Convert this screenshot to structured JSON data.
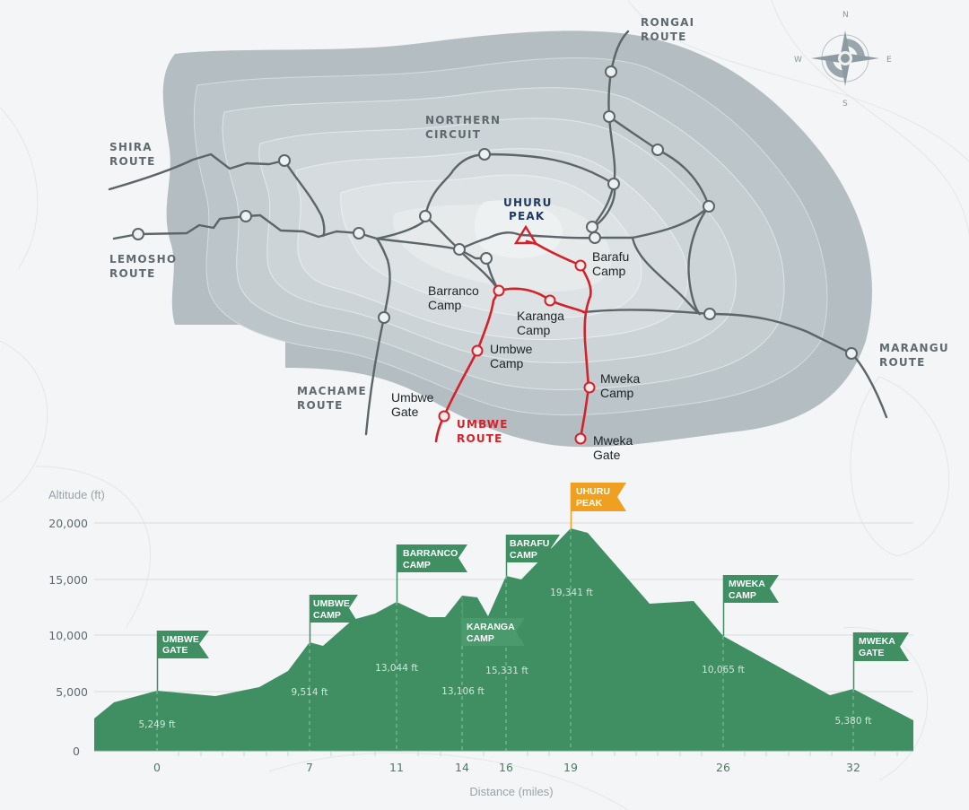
{
  "map": {
    "route_labels": {
      "shira": [
        "SHIRA",
        "ROUTE"
      ],
      "lemosho": [
        "LEMOSHO",
        "ROUTE"
      ],
      "northern": [
        "NORTHERN",
        "CIRCUIT"
      ],
      "rongai": [
        "RONGAI",
        "ROUTE"
      ],
      "machame": [
        "MACHAME",
        "ROUTE"
      ],
      "marangu": [
        "MARANGU",
        "ROUTE"
      ],
      "umbwe": [
        "UMBWE",
        "ROUTE"
      ]
    },
    "peak": [
      "UHURU",
      "PEAK"
    ],
    "camps": {
      "barafu": [
        "Barafu",
        "Camp"
      ],
      "barranco": [
        "Barranco",
        "Camp"
      ],
      "karanga": [
        "Karanga",
        "Camp"
      ],
      "umbwe_camp": [
        "Umbwe",
        "Camp"
      ],
      "umbwe_gate": [
        "Umbwe",
        "Gate"
      ],
      "mweka_camp": [
        "Mweka",
        "Camp"
      ],
      "mweka_gate": [
        "Mweka",
        "Gate"
      ]
    },
    "compass": {
      "n": "N",
      "s": "S",
      "e": "E",
      "w": "W"
    },
    "colors": {
      "highlight_route": "#d3222a",
      "trail": "#5c6669",
      "peak_text": "#1f3b63"
    }
  },
  "chart_data": {
    "type": "area",
    "title": "",
    "xlabel": "Distance (miles)",
    "ylabel": "Altitude (ft)",
    "ylim": [
      0,
      20000
    ],
    "yticks": [
      "0",
      "5,000",
      "10,000",
      "15,000",
      "20,000"
    ],
    "xticks": [
      "0",
      "7",
      "11",
      "14",
      "16",
      "19",
      "26",
      "32"
    ],
    "grid": true,
    "fill_color": "#3f8f63",
    "peak_color": "#f0a020",
    "profile": [
      {
        "x": -3,
        "y": 2800
      },
      {
        "x": -2,
        "y": 4300
      },
      {
        "x": 0,
        "y": 5249
      },
      {
        "x": 2.7,
        "y": 4800
      },
      {
        "x": 4.7,
        "y": 5600
      },
      {
        "x": 6,
        "y": 7000
      },
      {
        "x": 7,
        "y": 9514
      },
      {
        "x": 7.6,
        "y": 9200
      },
      {
        "x": 9,
        "y": 11500
      },
      {
        "x": 10,
        "y": 12000
      },
      {
        "x": 11,
        "y": 13044
      },
      {
        "x": 12.5,
        "y": 11700
      },
      {
        "x": 13.2,
        "y": 11700
      },
      {
        "x": 14,
        "y": 13106
      },
      {
        "x": 14.7,
        "y": 13000
      },
      {
        "x": 15.2,
        "y": 11800
      },
      {
        "x": 16,
        "y": 15331
      },
      {
        "x": 16.7,
        "y": 15000
      },
      {
        "x": 19,
        "y": 19341
      },
      {
        "x": 19.8,
        "y": 19000
      },
      {
        "x": 22.6,
        "y": 12900
      },
      {
        "x": 24.6,
        "y": 13100
      },
      {
        "x": 26,
        "y": 10065
      },
      {
        "x": 30.9,
        "y": 4800
      },
      {
        "x": 32,
        "y": 5380
      },
      {
        "x": 34.6,
        "y": 2700
      }
    ],
    "stops": [
      {
        "name": "UMBWE GATE",
        "line1": "UMBWE",
        "line2": "GATE",
        "mile": 0,
        "altitude": 5249,
        "altitude_label": "5,249 ft"
      },
      {
        "name": "UMBWE CAMP",
        "line1": "UMBWE",
        "line2": "CAMP",
        "mile": 7,
        "altitude": 9514,
        "altitude_label": "9,514 ft"
      },
      {
        "name": "BARRANCO CAMP",
        "line1": "BARRANCO",
        "line2": "CAMP",
        "mile": 11,
        "altitude": 13044,
        "altitude_label": "13,044 ft"
      },
      {
        "name": "KARANGA CAMP",
        "line1": "KARANGA",
        "line2": "CAMP",
        "mile": 14,
        "altitude": 13106,
        "altitude_label": "13,106 ft"
      },
      {
        "name": "BARAFU CAMP",
        "line1": "BARAFU",
        "line2": "CAMP",
        "mile": 16,
        "altitude": 15331,
        "altitude_label": "15,331 ft"
      },
      {
        "name": "UHURU PEAK",
        "line1": "UHURU",
        "line2": "PEAK",
        "mile": 19,
        "altitude": 19341,
        "altitude_label": "19,341 ft"
      },
      {
        "name": "MWEKA CAMP",
        "line1": "MWEKA",
        "line2": "CAMP",
        "mile": 26,
        "altitude": 10065,
        "altitude_label": "10,065 ft"
      },
      {
        "name": "MWEKA GATE",
        "line1": "MWEKA",
        "line2": "GATE",
        "mile": 32,
        "altitude": 5380,
        "altitude_label": "5,380 ft"
      }
    ]
  }
}
